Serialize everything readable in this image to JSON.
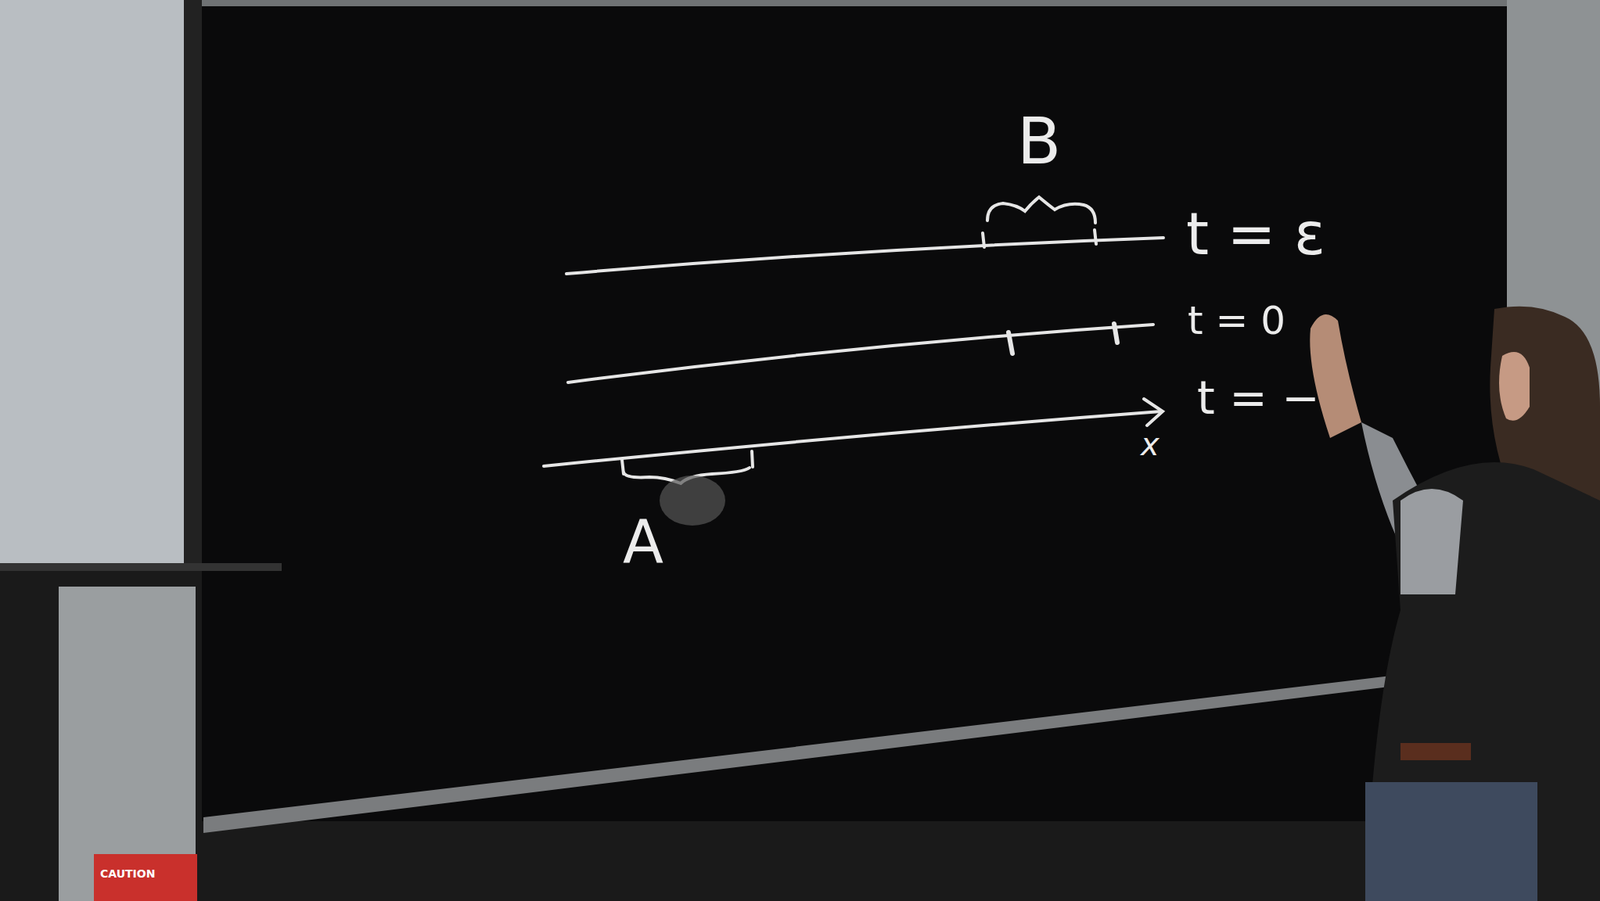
{
  "diagram": {
    "labels": [
      "B",
      "t = ε",
      "t = 0",
      "t = −",
      "x",
      "A",
      "CAUTION"
    ]
  }
}
